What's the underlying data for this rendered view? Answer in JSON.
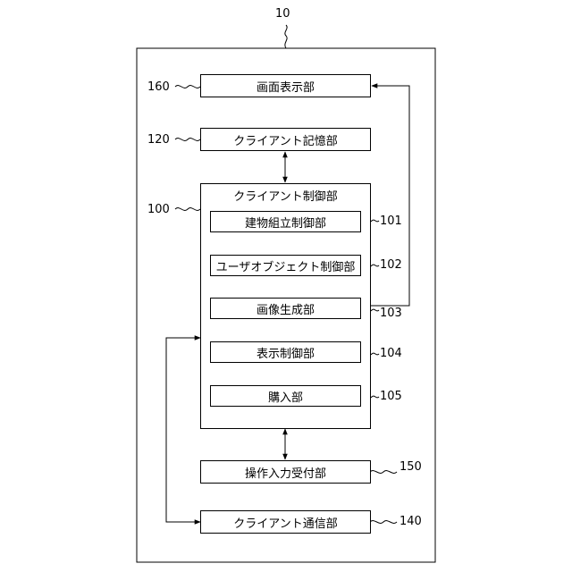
{
  "device": {
    "ref": "10"
  },
  "blocks": {
    "screen_display": {
      "text": "画面表示部",
      "ref": "160"
    },
    "client_storage": {
      "text": "クライアント記憶部",
      "ref": "120"
    },
    "client_control": {
      "text": "クライアント制御部",
      "ref": "100"
    },
    "building_assembly_control": {
      "text": "建物組立制御部",
      "ref": "101"
    },
    "user_object_control": {
      "text": "ユーザオブジェクト制御部",
      "ref": "102"
    },
    "image_generation": {
      "text": "画像生成部",
      "ref": "103"
    },
    "display_control": {
      "text": "表示制御部",
      "ref": "104"
    },
    "purchase": {
      "text": "購入部",
      "ref": "105"
    },
    "operation_input": {
      "text": "操作入力受付部",
      "ref": "150"
    },
    "client_communication": {
      "text": "クライアント通信部",
      "ref": "140"
    }
  }
}
